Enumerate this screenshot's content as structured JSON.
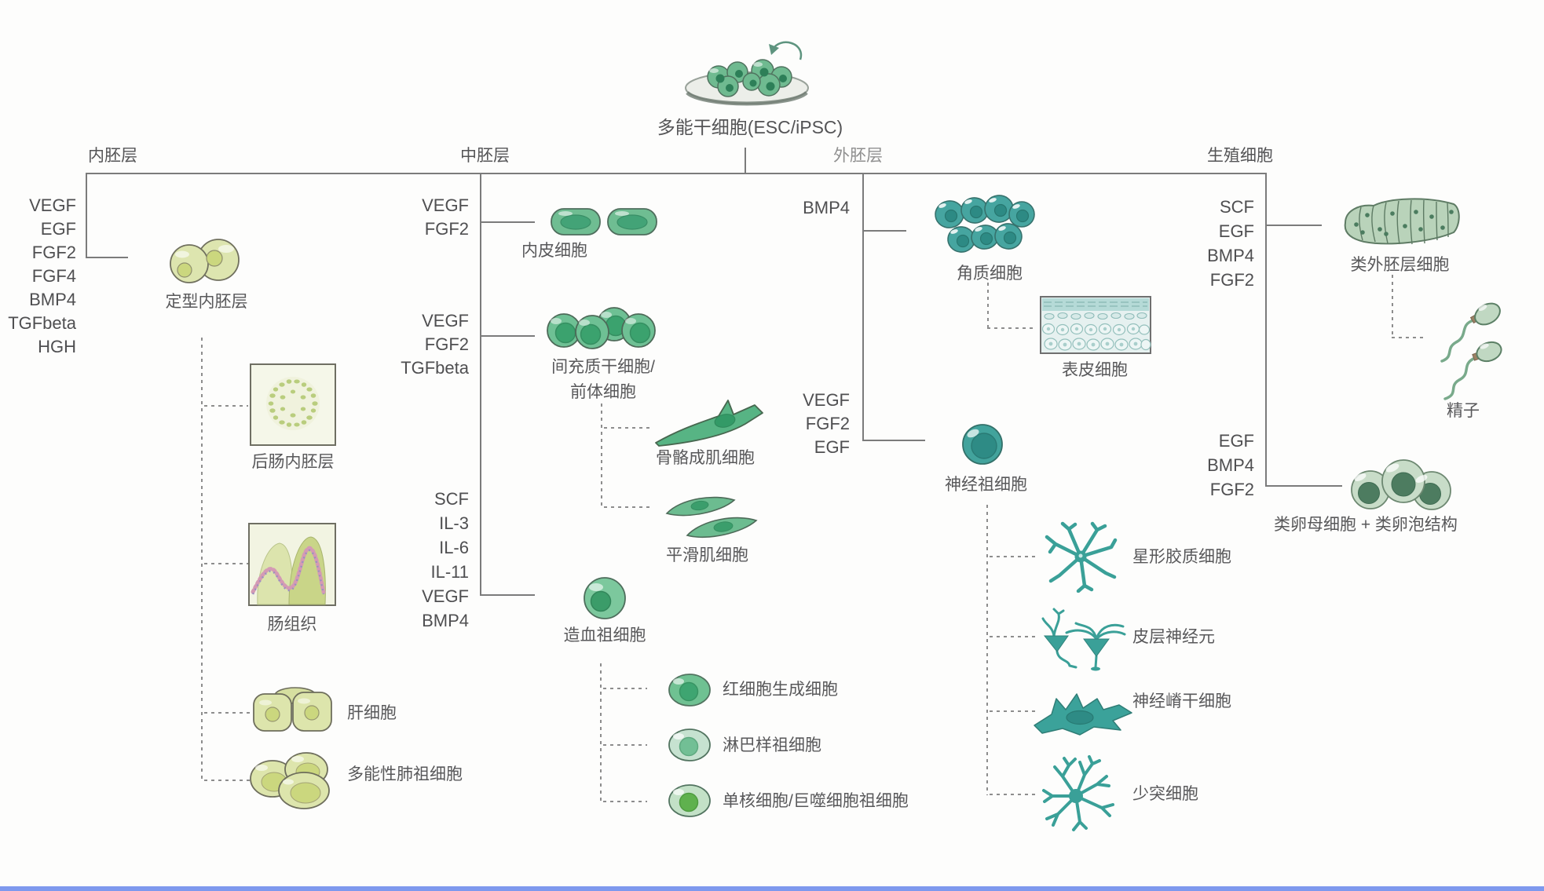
{
  "colors": {
    "endoderm_cell": "#dde5ac",
    "mesoderm_cell": "#6ec094",
    "ectoderm_cell": "#42a39c",
    "germline_cell": "#c8dcc8",
    "line": "#7b7b7b",
    "text": "#58585a",
    "bottom_strip": "#7e99ee"
  },
  "stem": {
    "label": "多能干细胞(ESC/iPSC)"
  },
  "lineages": {
    "endoderm": {
      "header": "内胚层",
      "factors": [
        "VEGF",
        "EGF",
        "FGF2",
        "FGF4",
        "BMP4",
        "TGFbeta",
        "HGH"
      ],
      "primary": "定型内胚层",
      "derivatives": [
        "后肠内胚层",
        "肠组织",
        "肝细胞",
        "多能性肺祖细胞"
      ]
    },
    "mesoderm": {
      "header": "中胚层",
      "endothelial": {
        "factors": [
          "VEGF",
          "FGF2"
        ],
        "label": "内皮细胞"
      },
      "mesenchymal": {
        "factors": [
          "VEGF",
          "FGF2",
          "TGFbeta"
        ],
        "label": [
          "间充质干细胞/",
          "前体细胞"
        ],
        "derivatives": [
          "骨骼成肌细胞",
          "平滑肌细胞"
        ]
      },
      "hematopoietic": {
        "factors": [
          "SCF",
          "IL-3",
          "IL-6",
          "IL-11",
          "VEGF",
          "BMP4"
        ],
        "label": "造血祖细胞",
        "derivatives": [
          "红细胞生成细胞",
          "淋巴样祖细胞",
          "单核细胞/巨噬细胞祖细胞"
        ]
      }
    },
    "ectoderm": {
      "header": "外胚层",
      "keratinocyte": {
        "factors": [
          "BMP4"
        ],
        "label": "角质细胞",
        "derivative": "表皮细胞"
      },
      "neural": {
        "factors": [
          "VEGF",
          "FGF2",
          "EGF"
        ],
        "label": "神经祖细胞",
        "derivatives": [
          "星形胶质细胞",
          "皮层神经元",
          "神经嵴干细胞",
          "少突细胞"
        ]
      }
    },
    "germline": {
      "header": "生殖细胞",
      "ectodermal_like": {
        "factors": [
          "SCF",
          "EGF",
          "BMP4",
          "FGF2"
        ],
        "label": "类外胚层细胞",
        "derivative": "精子"
      },
      "oocyte": {
        "factors": [
          "EGF",
          "BMP4",
          "FGF2"
        ],
        "label": "类卵母细胞  +  类卵泡结构"
      }
    }
  }
}
